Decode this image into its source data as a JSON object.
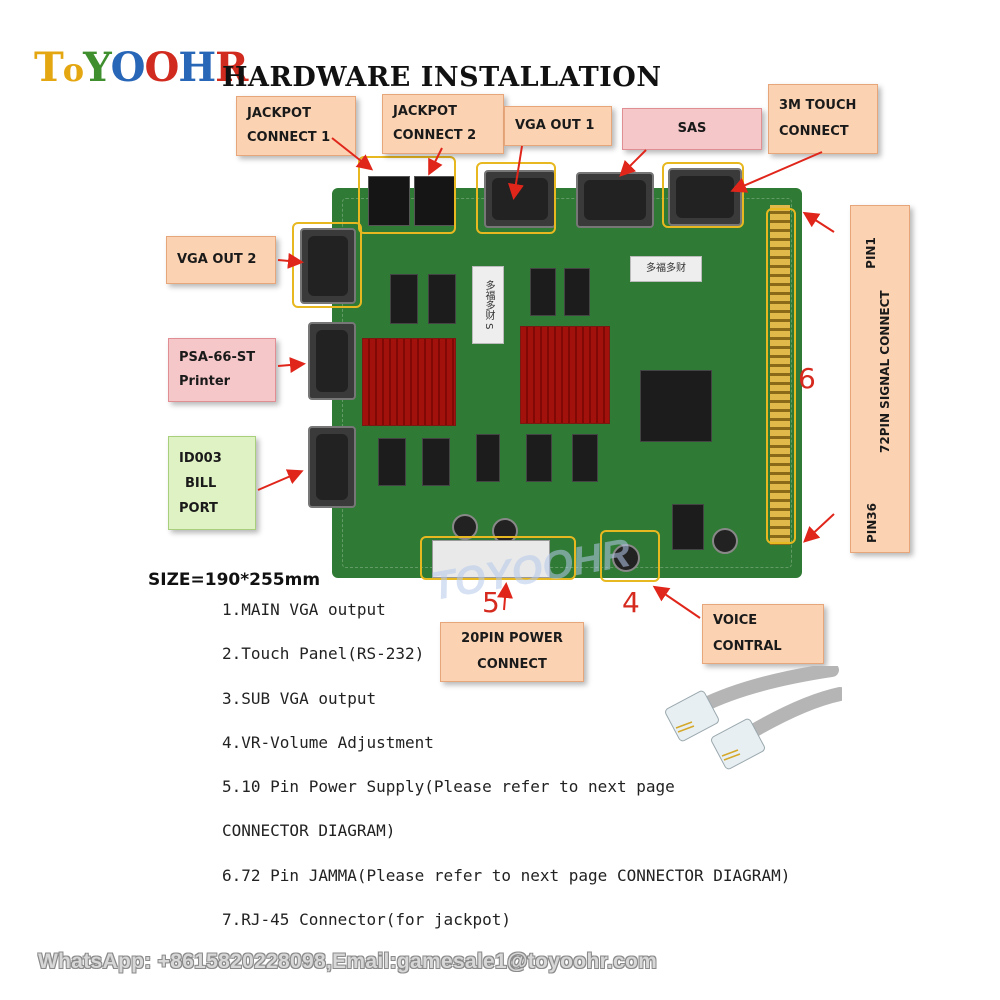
{
  "brand": {
    "logo_letters": [
      "T",
      "o",
      "Y",
      "O",
      "O",
      "H",
      "R"
    ],
    "logo_colors": [
      "#e4a712",
      "#e4a712",
      "#3f8f2e",
      "#2866b8",
      "#d12b1f",
      "#2866b8",
      "#d12b1f"
    ]
  },
  "title": "HARDWARE INSTALLATION",
  "labels": {
    "jackpot1": [
      "JACKPOT",
      "CONNECT 1"
    ],
    "jackpot2": [
      "JACKPOT",
      "CONNECT 2"
    ],
    "vga1": "VGA OUT 1",
    "sas": "SAS",
    "touch": [
      "3M TOUCH",
      "CONNECT"
    ],
    "vga2": "VGA OUT 2",
    "printer": [
      "PSA-66-ST",
      "Printer"
    ],
    "bill": [
      "ID003",
      "BILL",
      "PORT"
    ],
    "power": [
      "20PIN POWER",
      "CONNECT"
    ],
    "voice": [
      "VOICE",
      "CONTRAL"
    ]
  },
  "pin_side": {
    "pin1": "PIN1",
    "pin36": "PIN36",
    "signal": "72PIN SIGNAL CONNECT"
  },
  "numbers": {
    "n6": "6",
    "n5": "5",
    "n4": "4"
  },
  "board_stickers": {
    "s1": "多福多财",
    "s2": "多福多财 S"
  },
  "size": "SIZE=190*255mm",
  "notes": [
    "1.MAIN VGA output",
    "2.Touch Panel(RS-232)",
    "3.SUB VGA output",
    "4.VR-Volume Adjustment",
    "5.10 Pin Power Supply(Please refer to next page",
    "CONNECTOR DIAGRAM)",
    "6.72 Pin JAMMA(Please refer to next page CONNECTOR DIAGRAM)",
    "7.RJ-45 Connector(for jackpot)"
  ],
  "footer": "WhatsApp:  +8615820228098,Email:gamesale1@toyoohr.com",
  "watermark": "TOYOOHR",
  "colors": {
    "arrow": "#e0261b",
    "highlight": "#e8b820",
    "board": "#2f7a34"
  }
}
